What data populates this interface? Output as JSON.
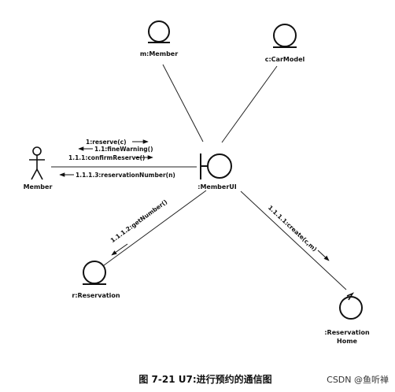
{
  "objects": {
    "member_entity": "m:Member",
    "carmodel_entity": "c:CarModel",
    "actor": "Member",
    "memberui": ":MemberUI",
    "reservation_entity": "r:Reservation",
    "reservation_home": [
      ":Reservation",
      "Home"
    ]
  },
  "messages": {
    "reserve": "1:reserve(c)",
    "fine_warning": "1.1:fineWarning()",
    "confirm_reserve": "1.1.1:confirmReserve()",
    "reservation_number": "1.1.1.3:reservationNumber(n)",
    "get_number": "1.1.1.2:getNumber()",
    "create": "1.1.1.1:create(c,m)"
  },
  "caption": "图 7-21    U7:进行预约的通信图",
  "watermark": "CSDN @鱼听禅",
  "colors": {
    "stroke": "#111111",
    "background": "#ffffff"
  }
}
